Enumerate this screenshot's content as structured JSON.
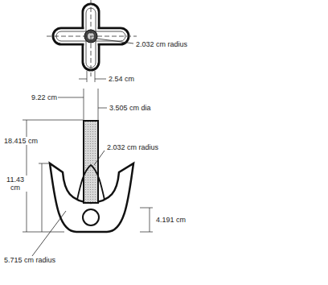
{
  "diagram": {
    "labels": [
      "2.032 cm radius",
      "2.54 cm",
      "9.22 cm",
      "3.505 cm dia",
      "18.415 cm",
      "2.032 cm radius",
      "11.43 cm",
      "4.191 cm",
      "5.715 cm radius"
    ]
  }
}
